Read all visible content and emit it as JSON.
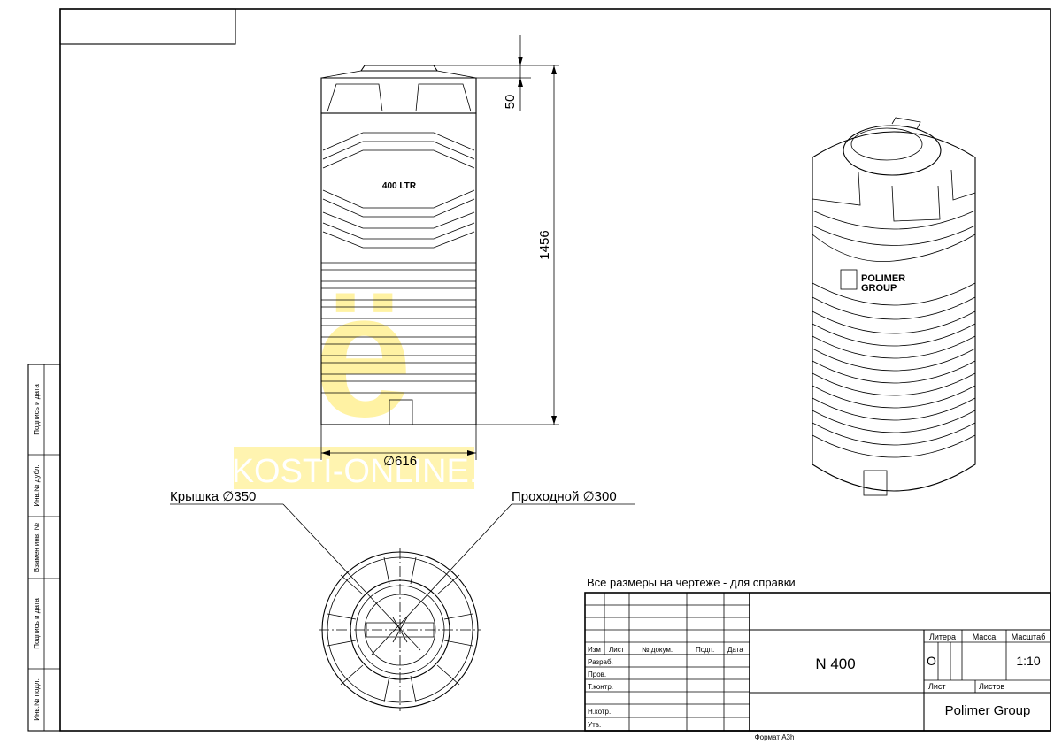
{
  "drawing": {
    "tank_label": "400 LTR",
    "dim_lid_offset": "50",
    "dim_height": "1456",
    "dim_diameter": "∅616",
    "callout_lid": "Крышка ∅350",
    "callout_manhole": "Проходной ∅300",
    "logo_text_1": "POLIMER",
    "logo_text_2": "GROUP",
    "watermark_site": "EMKOSTI-ONLINE.RU",
    "watermark_letter": "ё"
  },
  "side_stamp": [
    "Подпись и дата",
    "Инв.№ дубл.",
    "Взамен инв. №",
    "Подпись и дата",
    "Инв.№ подл."
  ],
  "title_block": {
    "note": "Все размеры на чертеже - для справки",
    "headers": [
      "Изм",
      "Лист",
      "№ докум.",
      "Подп.",
      "Дата"
    ],
    "roles": [
      "Разраб.",
      "Пров.",
      "Т.контр.",
      "",
      "Н.котр.",
      "Утв."
    ],
    "designation": "N 400",
    "litera_label": "Литера",
    "mass_label": "Масса",
    "scale_label": "Масштаб",
    "litera_value": "О",
    "scale_value": "1:10",
    "sheet_label": "Лист",
    "sheets_label": "Листов",
    "company": "Polimer Group",
    "format": "Формат А3h"
  },
  "colors": {
    "watermark": "#ffee88",
    "line": "#000000"
  }
}
